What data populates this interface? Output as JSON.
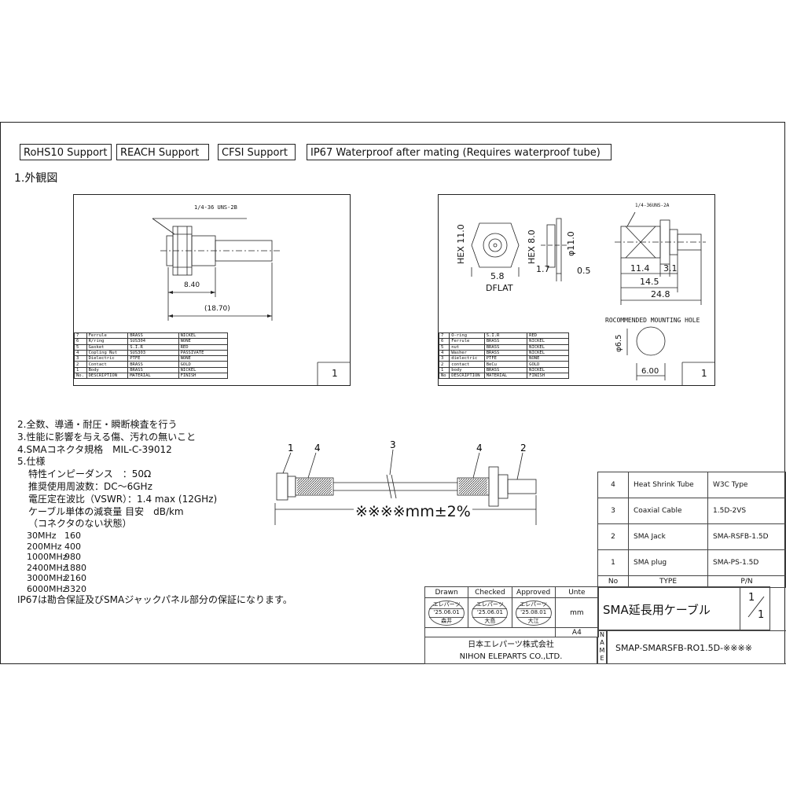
{
  "badges": [
    "RoHS10 Support",
    "REACH Support",
    "CFSI Support",
    "IP67 Waterproof after mating (Requires waterproof tube)"
  ],
  "section_title": "1.外観図",
  "plug_view": {
    "thread_label": "1/4-36 UNS-2B",
    "dim_a": "8.40",
    "dim_b": "(18.70)",
    "sheet_no": "1",
    "bom": [
      [
        "7",
        "Ferrule",
        "BRASS",
        "NICKEL"
      ],
      [
        "6",
        "R/ring",
        "SUS304",
        "NONE"
      ],
      [
        "5",
        "Gasket",
        "S.I.R",
        "RED"
      ],
      [
        "4",
        "Copling Nut",
        "SUS303",
        "PASSIVATE"
      ],
      [
        "3",
        "Dielectric",
        "PTFE",
        "NONE"
      ],
      [
        "2",
        "Contact",
        "BRASS",
        "GOLD"
      ],
      [
        "1",
        "Body",
        "BRASS",
        "NICKEL"
      ],
      [
        "No.",
        "DESCRIPTION",
        "MATERIAL",
        "FINISH"
      ]
    ]
  },
  "jack_view": {
    "thread_label": "1/4-36UNS-2A",
    "hex_a": "HEX 11.0",
    "hex_b": "HEX 8.0",
    "dia_a": "φ11.0",
    "dim_58": "5.8",
    "dflat": "DFLAT",
    "dim_17": "1.7",
    "dim_05": "0.5",
    "dim_114": "11.4",
    "dim_31": "3.1",
    "dim_145": "14.5",
    "dim_248": "24.8",
    "mount_title": "ROCOMMENDED MOUNTING HOLE",
    "mount_dia": "φ6.5",
    "mount_w": "6.00",
    "sheet_no": "1",
    "bom": [
      [
        "7",
        "O-ring",
        "S.I.R",
        "RED"
      ],
      [
        "6",
        "Ferrule",
        "BRASS",
        "NICKEL"
      ],
      [
        "5",
        "nut",
        "BRASS",
        "NICKEL"
      ],
      [
        "4",
        "Washer",
        "BRASS",
        "NICKEL"
      ],
      [
        "3",
        "dielectric",
        "PTFE",
        "NONE"
      ],
      [
        "2",
        "contact",
        "BeCu",
        "GOLD"
      ],
      [
        "1",
        "body",
        "BRASS",
        "NICKEL"
      ],
      [
        "No",
        "DESCRIPTION",
        "MATERIAL",
        "FINISH"
      ]
    ]
  },
  "notes": {
    "n2": "2.全数、導通・耐圧・瞬断検査を行う",
    "n3": "3.性能に影響を与える傷、汚れの無いこと",
    "n4": "4.SMAコネクタ規格　MIL-C-39012",
    "n5": "5.仕様",
    "impedance": "特性インピーダンス　：50Ω",
    "freq": "推奨使用周波数：DC〜6GHz",
    "vswr": "電圧定在波比（VSWR）：1.4 max (12GHz)",
    "atten": "ケーブル単体の減衰量 目安　dB/km",
    "atten_note": "（コネクタのない状態）",
    "table": [
      [
        "30MHz",
        "160"
      ],
      [
        "200MHz",
        "400"
      ],
      [
        "1000MHz",
        "980"
      ],
      [
        "2400MHz",
        "1880"
      ],
      [
        "3000MHz",
        "2160"
      ],
      [
        "6000MHz",
        "3320"
      ]
    ],
    "ip67": "IP67は勘合保証及びSMAジャックパネル部分の保証になります。"
  },
  "cable": {
    "callouts": [
      "1",
      "4",
      "3",
      "4",
      "2"
    ],
    "length": "※※※※mm±2%"
  },
  "parts": [
    [
      "4",
      "Heat Shrink Tube",
      "W3C Type"
    ],
    [
      "3",
      "Coaxial Cable",
      "1.5D-2VS"
    ],
    [
      "2",
      "SMA Jack",
      "SMA-RSFB-1.5D"
    ],
    [
      "1",
      "SMA plug",
      "SMA-PS-1.5D"
    ]
  ],
  "parts_header": [
    "No",
    "TYPE",
    "P/N"
  ],
  "title_block": {
    "drawn": "Drawn",
    "checked": "Checked",
    "approved": "Approved",
    "unit_label": "Unte",
    "unit": "mm",
    "size": "A4",
    "stamp_top": "エレパーツ",
    "stamp_date": "'25.06.01",
    "stamp_date3": "'25.08.01",
    "name_drawn": "森井",
    "name_checked": "大島",
    "name_approved": "大江",
    "company_jp": "日本エレパーツ株式会社",
    "company_en": "NIHON ELEPARTS CO.,LTD.",
    "title": "SMA延長用ケーブル",
    "sheet": "1",
    "sheets": "1",
    "name_col": "NAME",
    "part_no": "SMAP-SMARSFB-RO1.5D-※※※※"
  }
}
